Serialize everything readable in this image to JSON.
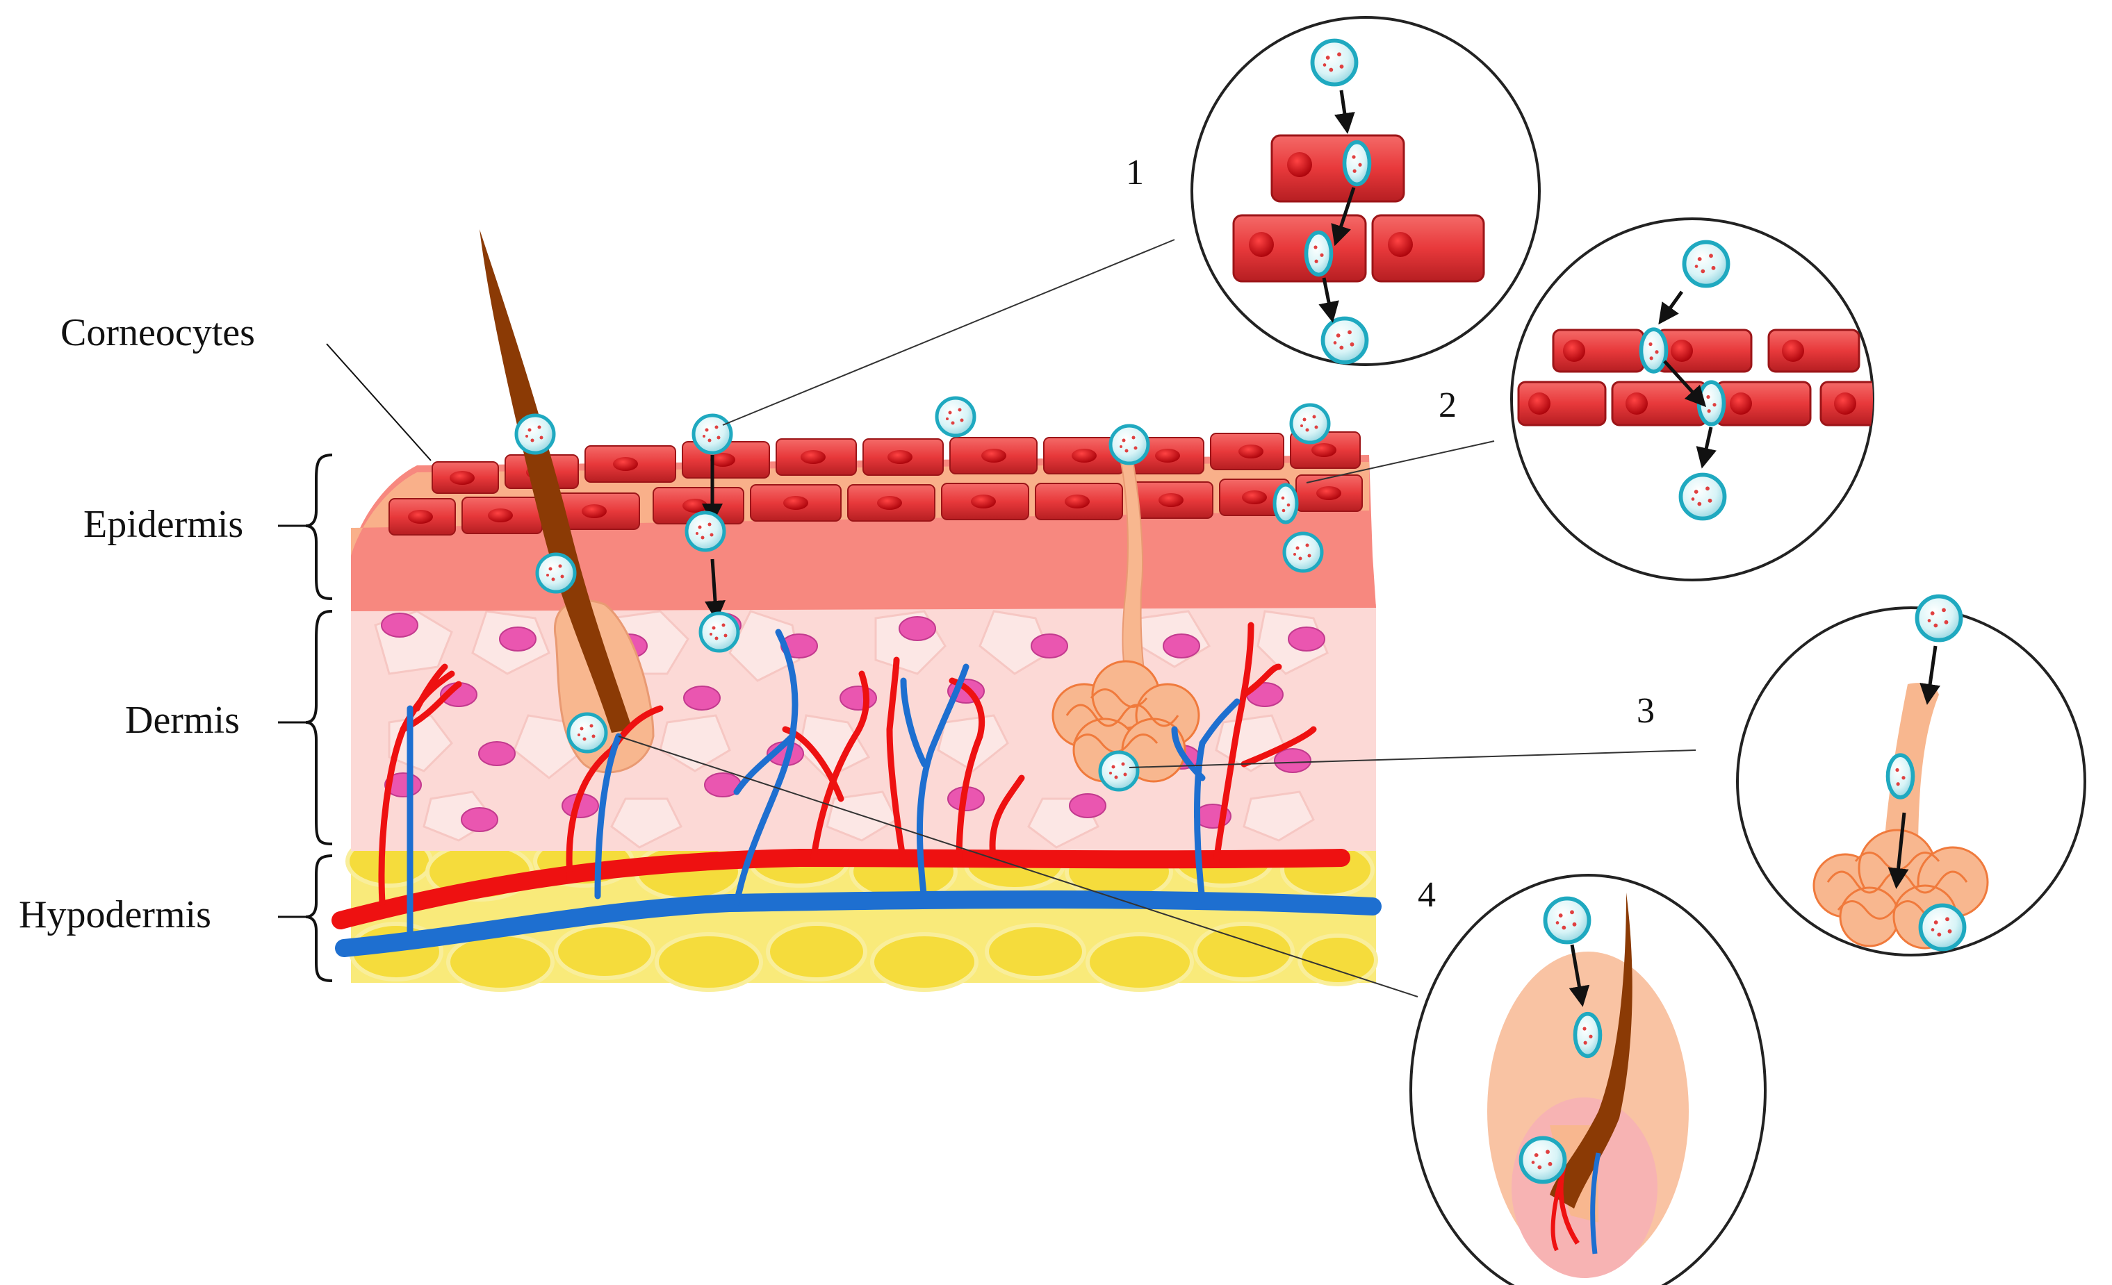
{
  "labels": {
    "corneocytes": "Corneocytes",
    "epidermis": "Epidermis",
    "dermis": "Dermis",
    "hypodermis": "Hypodermis"
  },
  "pathways": [
    {
      "number": "1"
    },
    {
      "number": "2"
    },
    {
      "number": "3"
    },
    {
      "number": "4"
    }
  ],
  "colors": {
    "corneocyte": "#e8393b",
    "nucleus": "#c5000a",
    "epidermis": "#f7887f",
    "dermis": "#fcd9d6",
    "fibroblast": "#ea56b0",
    "fat": "#f7e25a",
    "artery": "#ee1111",
    "vein": "#1e6fd0",
    "hair": "#8b3a05",
    "sweat_gland": "#f8b78f",
    "nanoparticle": "#bfe9ef"
  },
  "icons": [
    "nanoparticle-icon",
    "corneocyte-cell-icon",
    "hair-follicle-icon",
    "sweat-gland-icon",
    "arrow-down-icon"
  ]
}
